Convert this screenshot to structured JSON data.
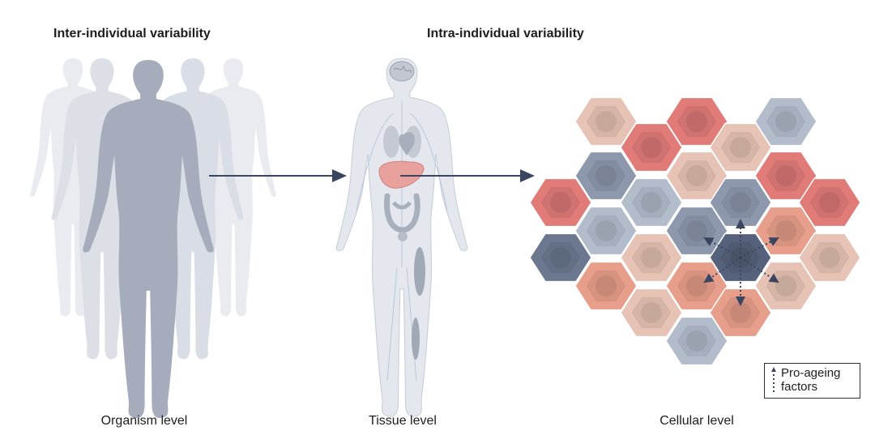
{
  "headings": {
    "inter": "Inter-individual variability",
    "intra": "Intra-individual variability"
  },
  "captions": {
    "organism": "Organism level",
    "tissue": "Tissue level",
    "cellular": "Cellular level"
  },
  "legend": {
    "line1": "Pro-ageing",
    "line2": "factors"
  },
  "colors": {
    "arrow": "#3a4660",
    "cell_beige": "#e6c3b4",
    "cell_red": "#e07b78",
    "cell_salmon": "#e79e8a",
    "cell_blue_light": "#b2bccb",
    "cell_blue_mid": "#8d98ad",
    "cell_blue_dark": "#6c7890",
    "cell_center": "#56627b"
  }
}
